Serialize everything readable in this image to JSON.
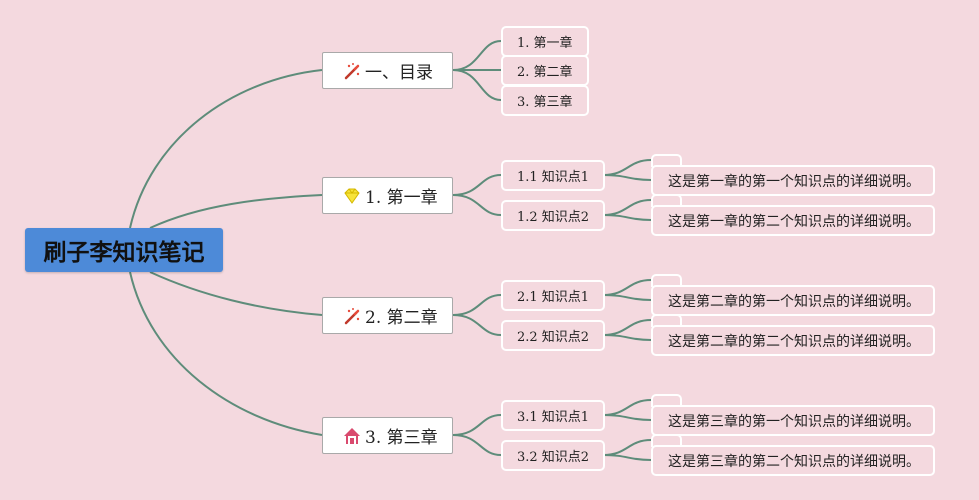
{
  "root": {
    "title": "刷子李知识笔记"
  },
  "branches": [
    {
      "label": "一、目录",
      "icon": "magic-wand-icon",
      "children": [
        {
          "label": "1. 第一章"
        },
        {
          "label": "2. 第二章"
        },
        {
          "label": "3. 第三章"
        }
      ]
    },
    {
      "label": "1. 第一章",
      "icon": "diamond-icon",
      "children": [
        {
          "label": "1.1 知识点1",
          "detail": "这是第一章的第一个知识点的详细说明。"
        },
        {
          "label": "1.2 知识点2",
          "detail": "这是第一章的第二个知识点的详细说明。"
        }
      ]
    },
    {
      "label": "2. 第二章",
      "icon": "magic-wand-icon",
      "children": [
        {
          "label": "2.1 知识点1",
          "detail": "这是第二章的第一个知识点的详细说明。"
        },
        {
          "label": "2.2 知识点2",
          "detail": "这是第二章的第二个知识点的详细说明。"
        }
      ]
    },
    {
      "label": "3. 第三章",
      "icon": "home-icon",
      "children": [
        {
          "label": "3.1 知识点1",
          "detail": "这是第三章的第一个知识点的详细说明。"
        },
        {
          "label": "3.2 知识点2",
          "detail": "这是第三章的第二个知识点的详细说明。"
        }
      ]
    }
  ],
  "colors": {
    "background": "#f4d9df",
    "root_fill": "#4d8ad8",
    "connector": "#5e8c7a"
  }
}
